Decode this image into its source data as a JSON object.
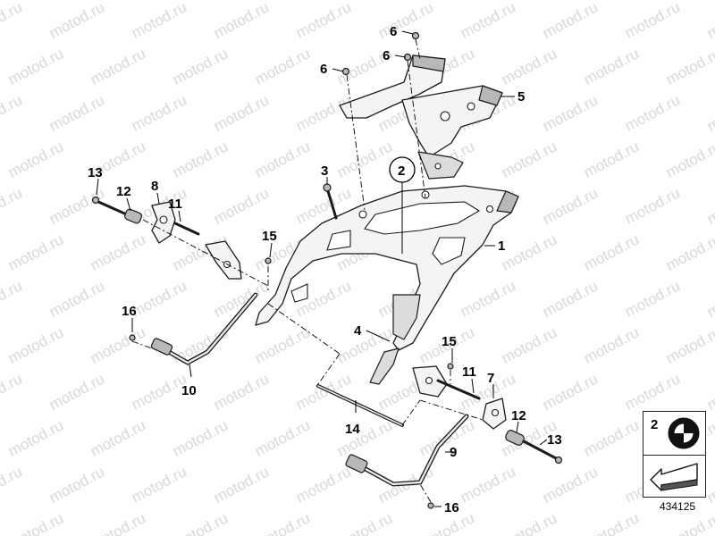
{
  "watermark": "motod.ru",
  "callouts": {
    "c1": "1",
    "c2": "2",
    "c3": "3",
    "c4": "4",
    "c5": "5",
    "c6a": "6",
    "c6b": "6",
    "c6c": "6",
    "c7": "7",
    "c8": "8",
    "c9": "9",
    "c10": "10",
    "c11a": "11",
    "c11b": "11",
    "c12a": "12",
    "c12b": "12",
    "c13a": "13",
    "c13b": "13",
    "c14": "14",
    "c15a": "15",
    "c15b": "15",
    "c16a": "16",
    "c16b": "16"
  },
  "legend": {
    "number": "2",
    "logo": "bmw-roundel-icon",
    "arrow": "reference-arrow-icon"
  },
  "drawing_code": "434125"
}
